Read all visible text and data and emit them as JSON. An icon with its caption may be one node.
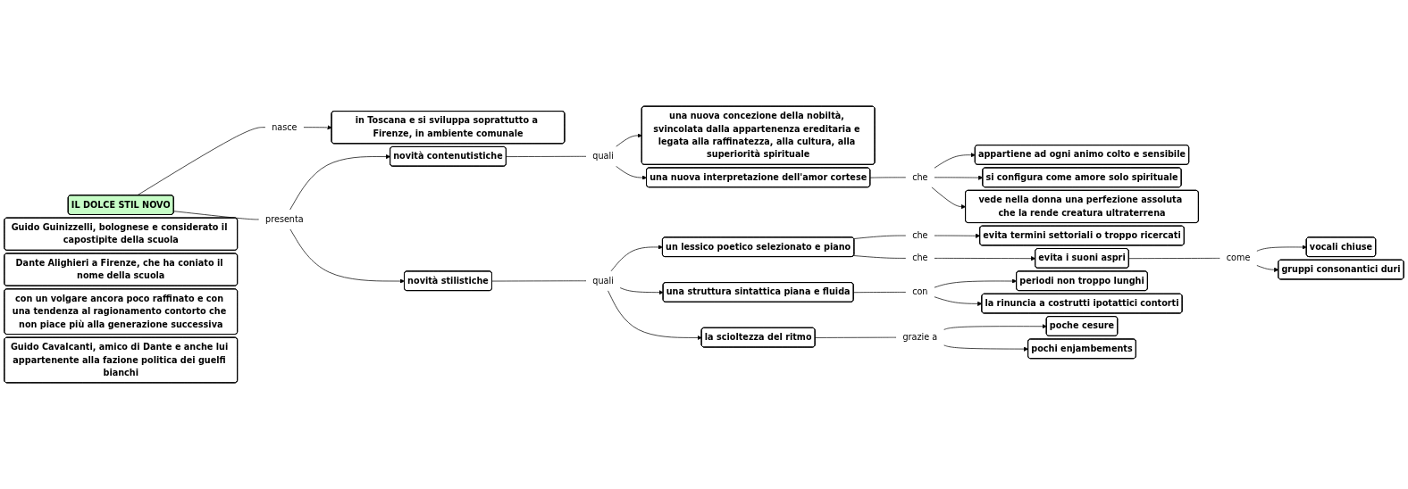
{
  "diagram": {
    "nodes": [
      {
        "text": [
          "IL DOLCE STIL NOVO"
        ]
      },
      {
        "text": [
          "nasce"
        ]
      },
      {
        "text": [
          "in Toscana e si sviluppa soprattutto a Firenze, in ambiente comunale"
        ]
      },
      {
        "text": [
          "Guido Guinizzelli, bolognese e considerato il capostipite della scuola"
        ]
      },
      {
        "text": [
          "Dante Alighieri a Firenze, che ha coniato il nome della scuola"
        ]
      },
      {
        "text": [
          "con un volgare ancora poco raffinato e con una tendenza al ragionamento contorto che non piace più alla generazione successiva"
        ]
      },
      {
        "text": [
          "Guido Cavalcanti, amico di Dante e anche lui appartenente alla fazione politica dei guelfi bianchi"
        ]
      },
      {
        "text": [
          "presenta"
        ]
      },
      {
        "text": [
          "novità stilistiche"
        ]
      },
      {
        "text": [
          "novità contenutistiche"
        ]
      },
      {
        "text": [
          "quali"
        ]
      },
      {
        "text": [
          "una nuova concezione della nobiltà, svincolata dalla appartenenza ereditaria e legata alla raffinatezza, alla cultura, alla superiorità spirituale"
        ]
      },
      {
        "text": [
          "una nuova interpretazione dell'amor cortese"
        ]
      },
      {
        "text": [
          "che"
        ]
      },
      {
        "text": [
          "appartiene ad ogni animo colto e sensibile"
        ]
      },
      {
        "text": [
          "si configura come amore solo spirituale"
        ]
      },
      {
        "text": [
          "vede nella donna una perfezione assoluta che la rende creatura ultraterrena"
        ]
      },
      {
        "text": [
          "quali"
        ]
      },
      {
        "text": [
          "un lessico poetico selezionato e piano"
        ]
      },
      {
        "text": [
          "che"
        ]
      },
      {
        "text": [
          "evita termini settoriali o troppo ricercati"
        ]
      },
      {
        "text": [
          "che"
        ]
      },
      {
        "text": [
          "evita i suoni aspri"
        ]
      },
      {
        "text": [
          "come"
        ]
      },
      {
        "text": [
          "vocali chiuse"
        ]
      },
      {
        "text": [
          "gruppi consonantici duri"
        ]
      },
      {
        "text": [
          "una struttura sintattica piana e fluida"
        ]
      },
      {
        "text": [
          "con"
        ]
      },
      {
        "text": [
          "periodi non troppo lunghi"
        ]
      },
      {
        "text": [
          "la rinuncia a costrutti ipotattici contorti"
        ]
      },
      {
        "text": [
          "la scioltezza del ritmo"
        ]
      },
      {
        "text": [
          "grazie a"
        ]
      },
      {
        "text": [
          "poche cesure"
        ]
      },
      {
        "text": [
          "pochi enjambements"
        ]
      }
    ],
    "edges": [
      {
        "from": 0,
        "to": 1,
        "arrow": "none"
      },
      {
        "from": 1,
        "to": 2,
        "arrow": "to"
      },
      {
        "from": 0,
        "to": 7,
        "arrow": "none"
      },
      {
        "from": 7,
        "to": 8,
        "arrow": "to"
      },
      {
        "from": 7,
        "to": 9,
        "arrow": "to"
      },
      {
        "from": 9,
        "to": 10,
        "arrow": "none"
      },
      {
        "from": 10,
        "to": 11,
        "arrow": "to"
      },
      {
        "from": 10,
        "to": 12,
        "arrow": "to"
      },
      {
        "from": 12,
        "to": 13,
        "arrow": "none"
      },
      {
        "from": 13,
        "to": 14,
        "arrow": "to"
      },
      {
        "from": 13,
        "to": 15,
        "arrow": "to"
      },
      {
        "from": 13,
        "to": 16,
        "arrow": "to"
      },
      {
        "from": 8,
        "to": 17,
        "arrow": "none"
      },
      {
        "from": 17,
        "to": 18,
        "arrow": "to"
      },
      {
        "from": 17,
        "to": 26,
        "arrow": "to"
      },
      {
        "from": 17,
        "to": 30,
        "arrow": "to"
      },
      {
        "from": 18,
        "to": 19,
        "arrow": "none"
      },
      {
        "from": 19,
        "to": 20,
        "arrow": "to"
      },
      {
        "from": 18,
        "to": 21,
        "arrow": "none"
      },
      {
        "from": 21,
        "to": 22,
        "arrow": "to"
      },
      {
        "from": 22,
        "to": 23,
        "arrow": "none"
      },
      {
        "from": 23,
        "to": 24,
        "arrow": "to"
      },
      {
        "from": 23,
        "to": 25,
        "arrow": "to"
      },
      {
        "from": 26,
        "to": 27,
        "arrow": "none"
      },
      {
        "from": 27,
        "to": 28,
        "arrow": "to"
      },
      {
        "from": 27,
        "to": 29,
        "arrow": "to"
      },
      {
        "from": 30,
        "to": 31,
        "arrow": "none"
      },
      {
        "from": 31,
        "to": 32,
        "arrow": "to"
      },
      {
        "from": 31,
        "to": 33,
        "arrow": "to"
      }
    ]
  }
}
